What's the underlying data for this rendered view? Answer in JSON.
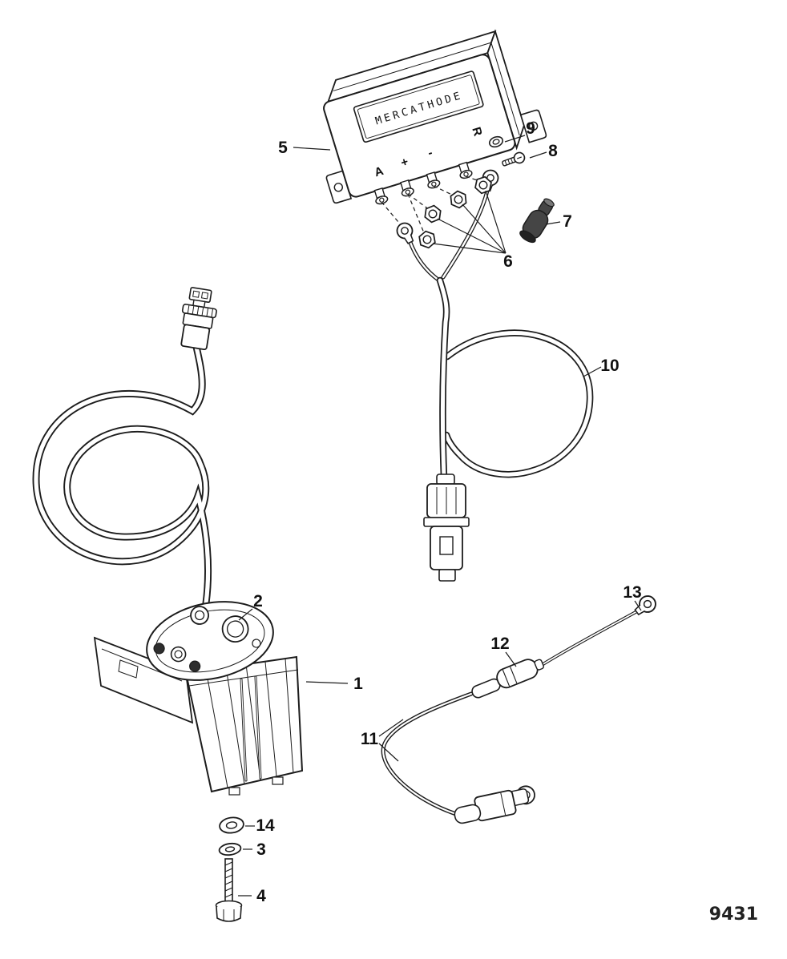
{
  "figure": {
    "drawing_number": "9431"
  },
  "module": {
    "label": "MERCATHODE",
    "terminals": {
      "a": "A",
      "plus": "+",
      "minus": "-",
      "r": "R"
    }
  },
  "callouts": [
    "1",
    "2",
    "3",
    "4",
    "5",
    "6",
    "7",
    "8",
    "9",
    "10",
    "11",
    "12",
    "13",
    "14"
  ]
}
